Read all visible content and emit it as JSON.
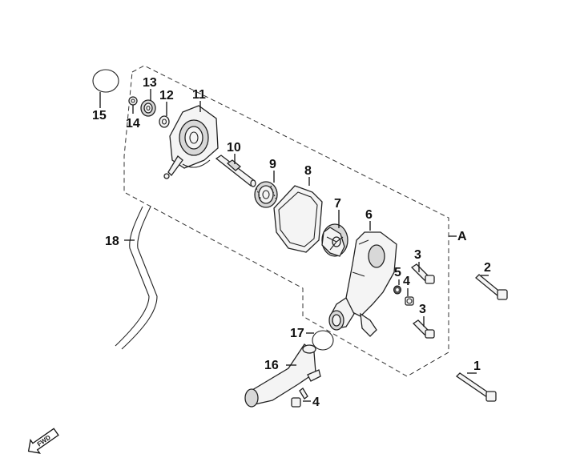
{
  "callouts": {
    "c1": "1",
    "c2": "2",
    "c3a": "3",
    "c3b": "3",
    "c4a": "4",
    "c4b": "4",
    "c5": "5",
    "c6": "6",
    "c7": "7",
    "c8": "8",
    "c9": "9",
    "c10": "10",
    "c11": "11",
    "c12": "12",
    "c13": "13",
    "c14": "14",
    "c15": "15",
    "c16": "16",
    "c17": "17",
    "c18": "18",
    "cA": "A"
  },
  "fwd_label": "FWD"
}
